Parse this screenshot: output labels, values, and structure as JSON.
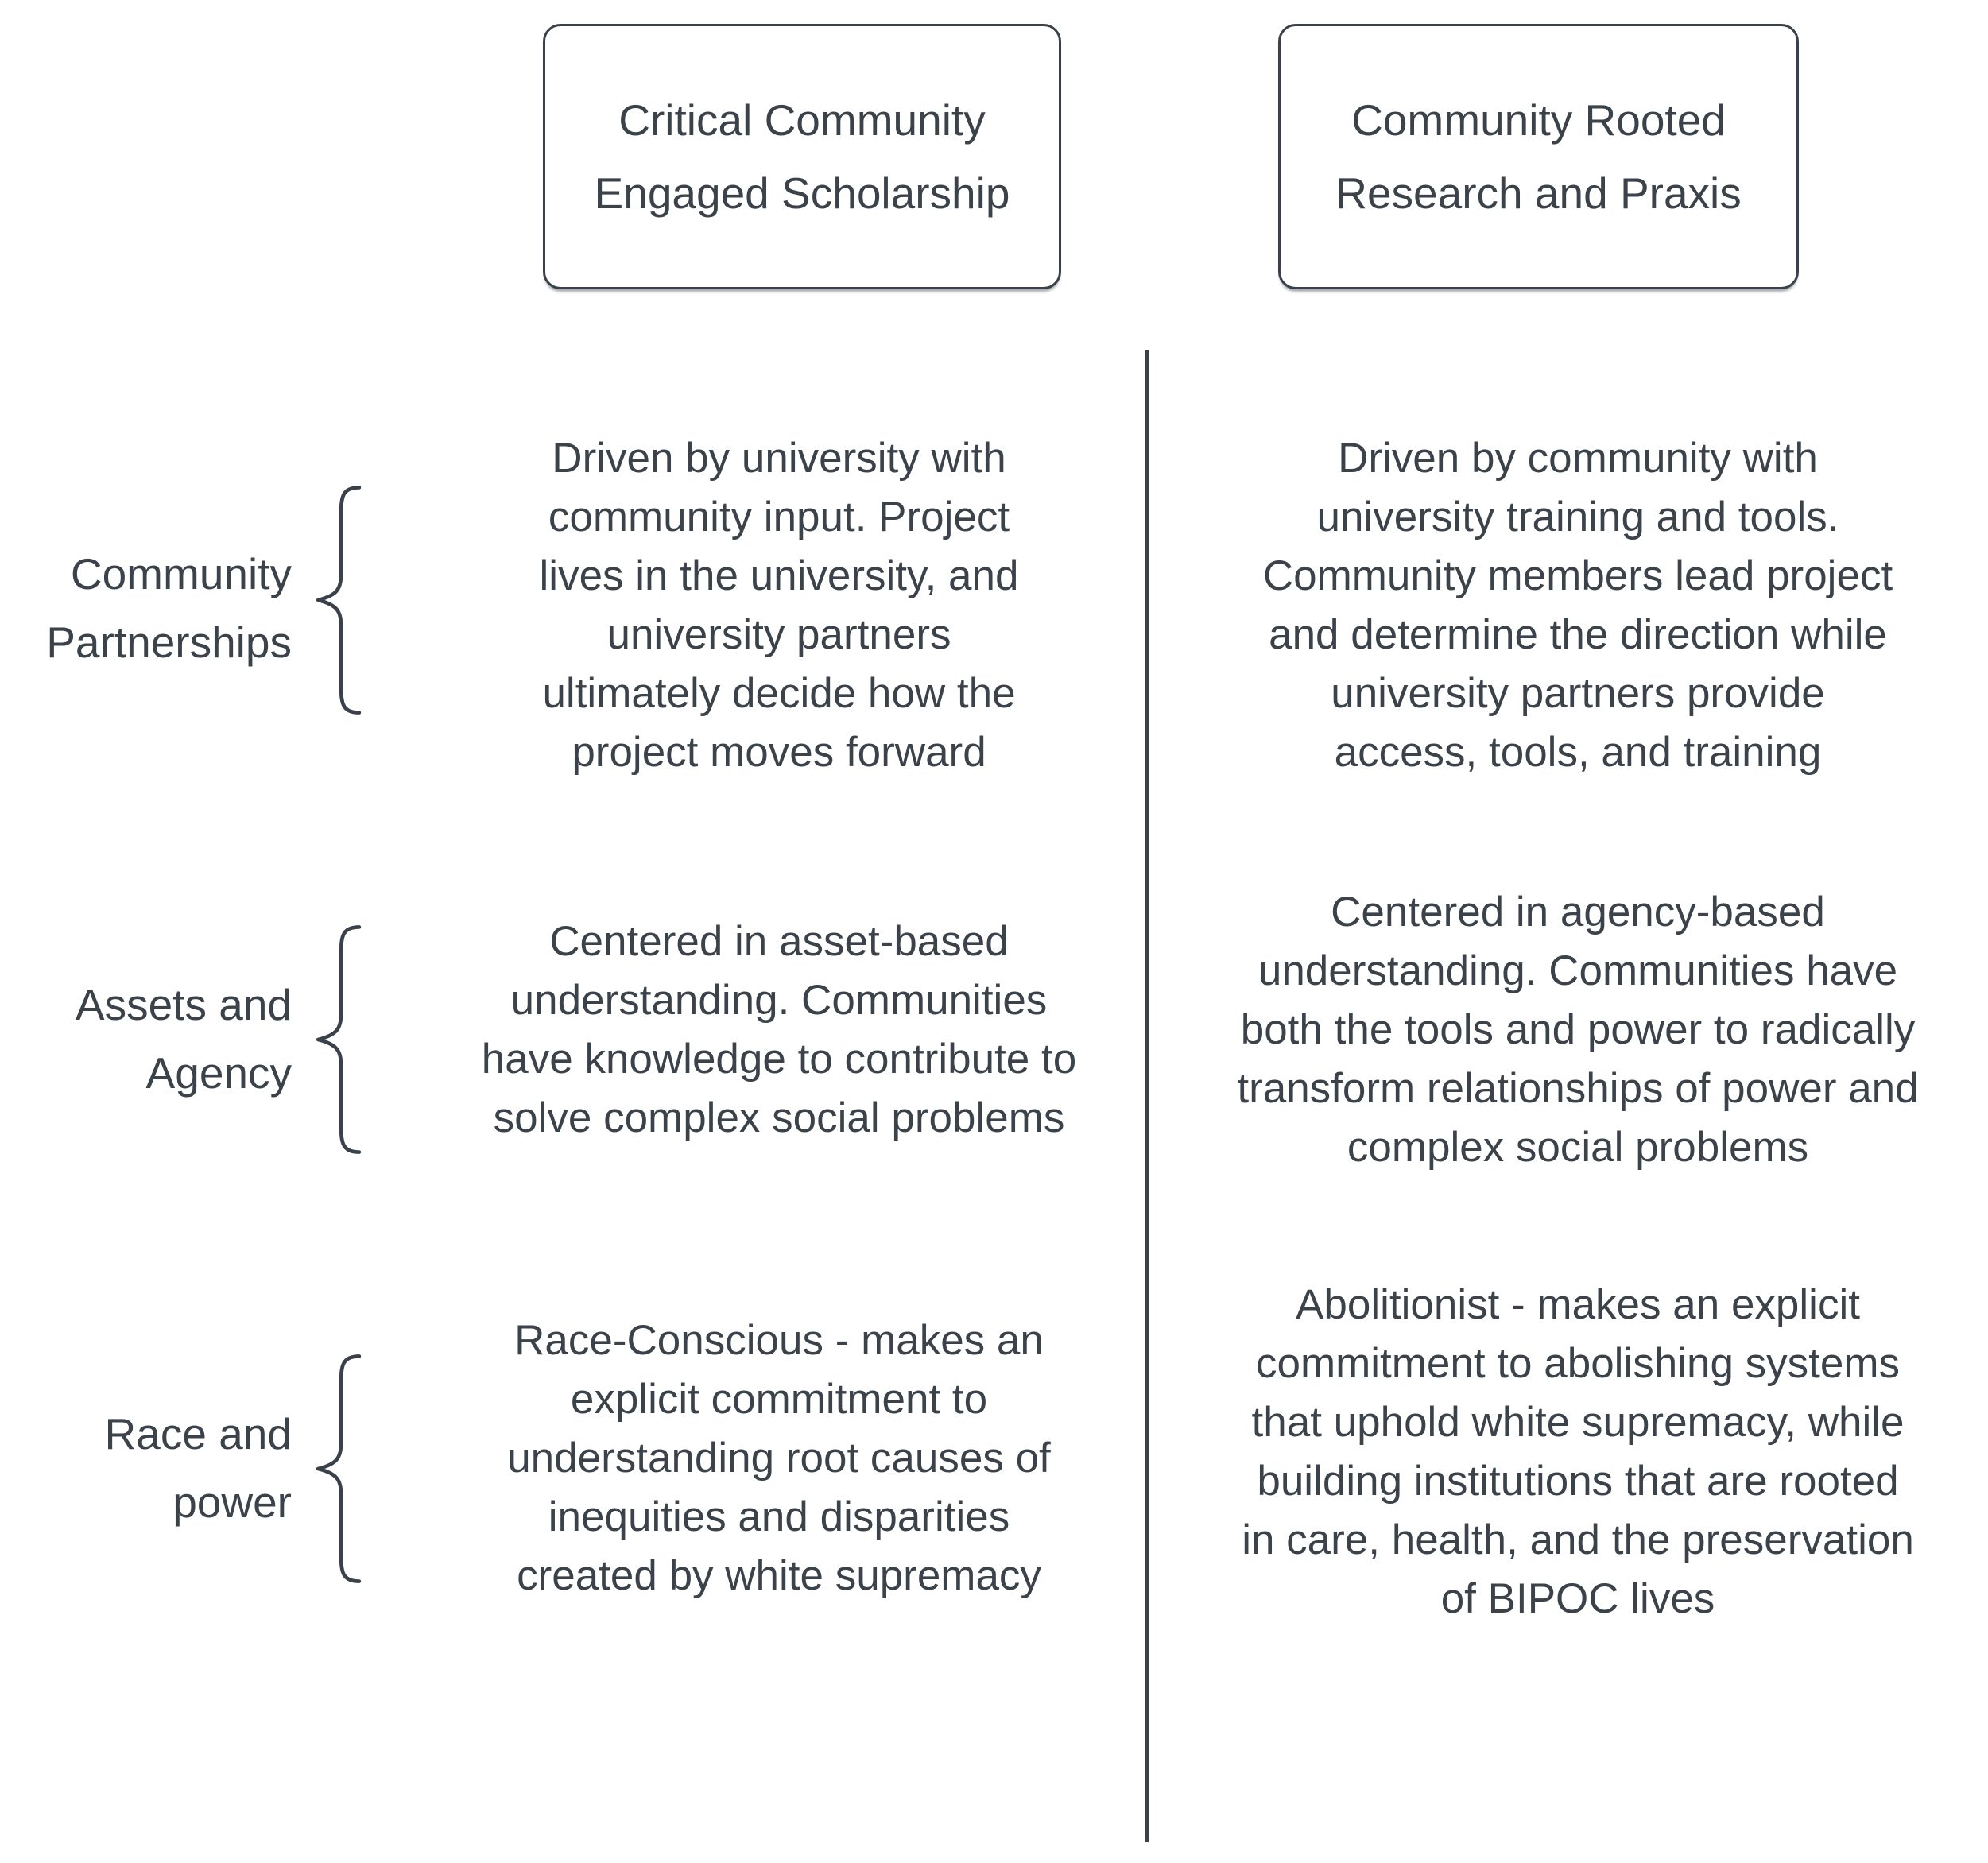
{
  "page": {
    "background_color": "#ffffff",
    "text_color": "#3b424a",
    "line_color": "#3a414a"
  },
  "columns": [
    {
      "title": "Critical Community\nEngaged Scholarship"
    },
    {
      "title": "Community Rooted\nResearch and Praxis"
    }
  ],
  "rows": [
    {
      "label": "Community\nPartnerships",
      "col1": "Driven by university with\ncommunity input. Project\nlives in the university, and\nuniversity partners\nultimately decide how the\nproject moves forward",
      "col2": "Driven by community with\nuniversity training and tools.\nCommunity members lead project\nand determine the direction while\nuniversity partners provide\naccess, tools, and training"
    },
    {
      "label": "Assets and\nAgency",
      "col1": "Centered in asset-based\nunderstanding. Communities\nhave knowledge to contribute to\nsolve complex social problems",
      "col2": "Centered in agency-based\nunderstanding. Communities have\nboth the tools and power to radically\ntransform relationships of power and\ncomplex social problems"
    },
    {
      "label": "Race and\npower",
      "col1": "Race-Conscious - makes an\nexplicit commitment to\nunderstanding root causes of\ninequities and disparities\ncreated by white supremacy",
      "col2": "Abolitionist - makes an explicit\ncommitment to abolishing systems\nthat uphold white supremacy, while\nbuilding institutions that are rooted\nin care, health, and the preservation\nof BIPOC lives"
    }
  ]
}
